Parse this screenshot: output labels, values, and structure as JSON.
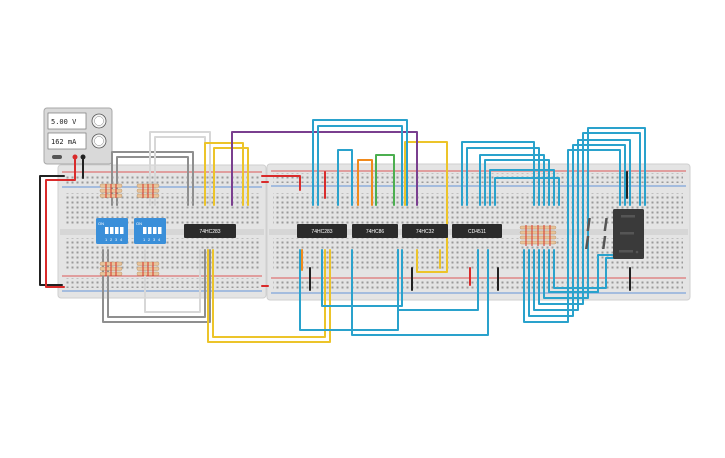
{
  "power_supply": {
    "voltage": "5.00 V",
    "current": "162 mA",
    "knob_icons": [
      "voltage-knob-icon",
      "current-knob-icon"
    ]
  },
  "chips": [
    {
      "id": "chip-1",
      "label": "74HC283"
    },
    {
      "id": "chip-2",
      "label": "74HC283"
    },
    {
      "id": "chip-3",
      "label": "74HC86"
    },
    {
      "id": "chip-4",
      "label": "74HC32"
    },
    {
      "id": "chip-5",
      "label": "CD4511"
    }
  ],
  "dip_switches": [
    {
      "id": "dip-switch-a",
      "on_label": "ON",
      "positions": [
        "1",
        "2",
        "3",
        "4"
      ]
    },
    {
      "id": "dip-switch-b",
      "on_label": "ON",
      "positions": [
        "1",
        "2",
        "3",
        "4"
      ]
    }
  ],
  "display": {
    "type": "seven-segment-display",
    "digit": "8"
  },
  "colors": {
    "breadboard": "#e6e6e6",
    "rail_red": "#d92b2b",
    "rail_black": "#222222",
    "wire_blue": "#2aa2cc",
    "wire_yellow": "#ecc42a",
    "wire_gray": "#8f8f8f",
    "wire_purple": "#7a3f8f",
    "wire_orange": "#f08a1c",
    "wire_green": "#4caf50",
    "dip_switch": "#3a8fd9",
    "chip": "#2b2b2b",
    "display": "#3a3a3a"
  }
}
